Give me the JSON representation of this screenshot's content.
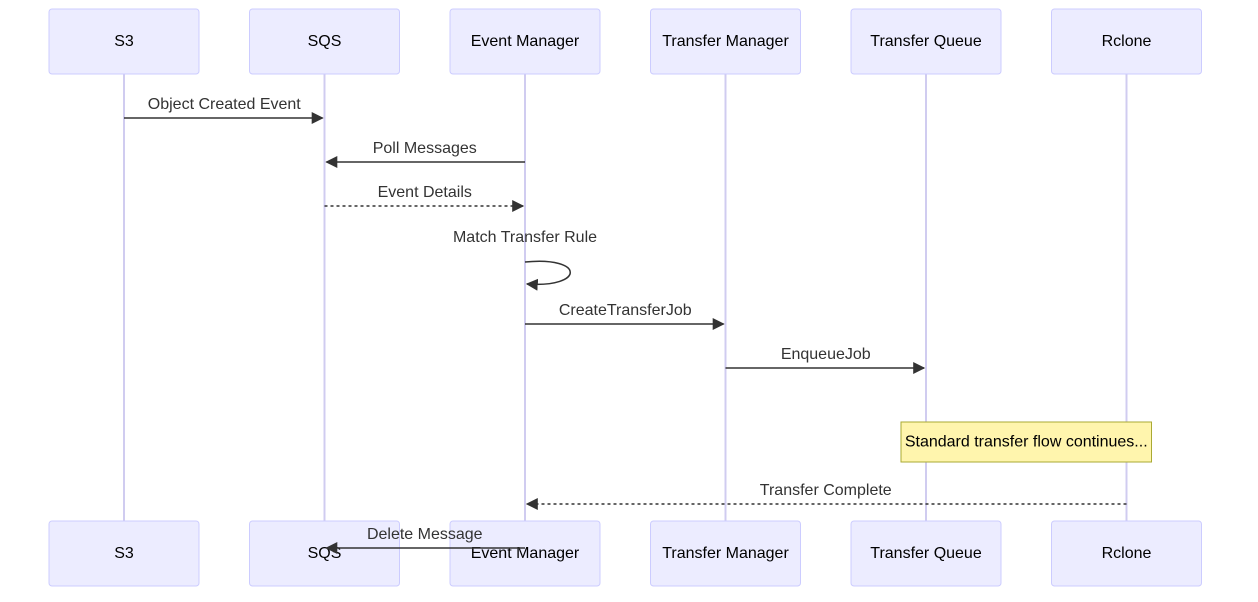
{
  "diagram": {
    "type": "sequence",
    "participants": [
      {
        "id": "s3",
        "label": "S3"
      },
      {
        "id": "sqs",
        "label": "SQS"
      },
      {
        "id": "em",
        "label": "Event Manager"
      },
      {
        "id": "tm",
        "label": "Transfer Manager"
      },
      {
        "id": "tq",
        "label": "Transfer Queue"
      },
      {
        "id": "rc",
        "label": "Rclone"
      }
    ],
    "messages": [
      {
        "from": "s3",
        "to": "sqs",
        "label": "Object Created Event",
        "style": "solid"
      },
      {
        "from": "em",
        "to": "sqs",
        "label": "Poll Messages",
        "style": "solid"
      },
      {
        "from": "sqs",
        "to": "em",
        "label": "Event Details",
        "style": "dotted"
      },
      {
        "from": "em",
        "to": "em",
        "label": "Match Transfer Rule",
        "style": "solid"
      },
      {
        "from": "em",
        "to": "tm",
        "label": "CreateTransferJob",
        "style": "solid"
      },
      {
        "from": "tm",
        "to": "tq",
        "label": "EnqueueJob",
        "style": "solid"
      },
      {
        "note": true,
        "over": [
          "tq",
          "rc"
        ],
        "label": "Standard transfer flow continues..."
      },
      {
        "from": "rc",
        "to": "em",
        "label": "Transfer Complete",
        "style": "dotted"
      },
      {
        "from": "em",
        "to": "sqs",
        "label": "Delete Message",
        "style": "solid"
      }
    ]
  }
}
